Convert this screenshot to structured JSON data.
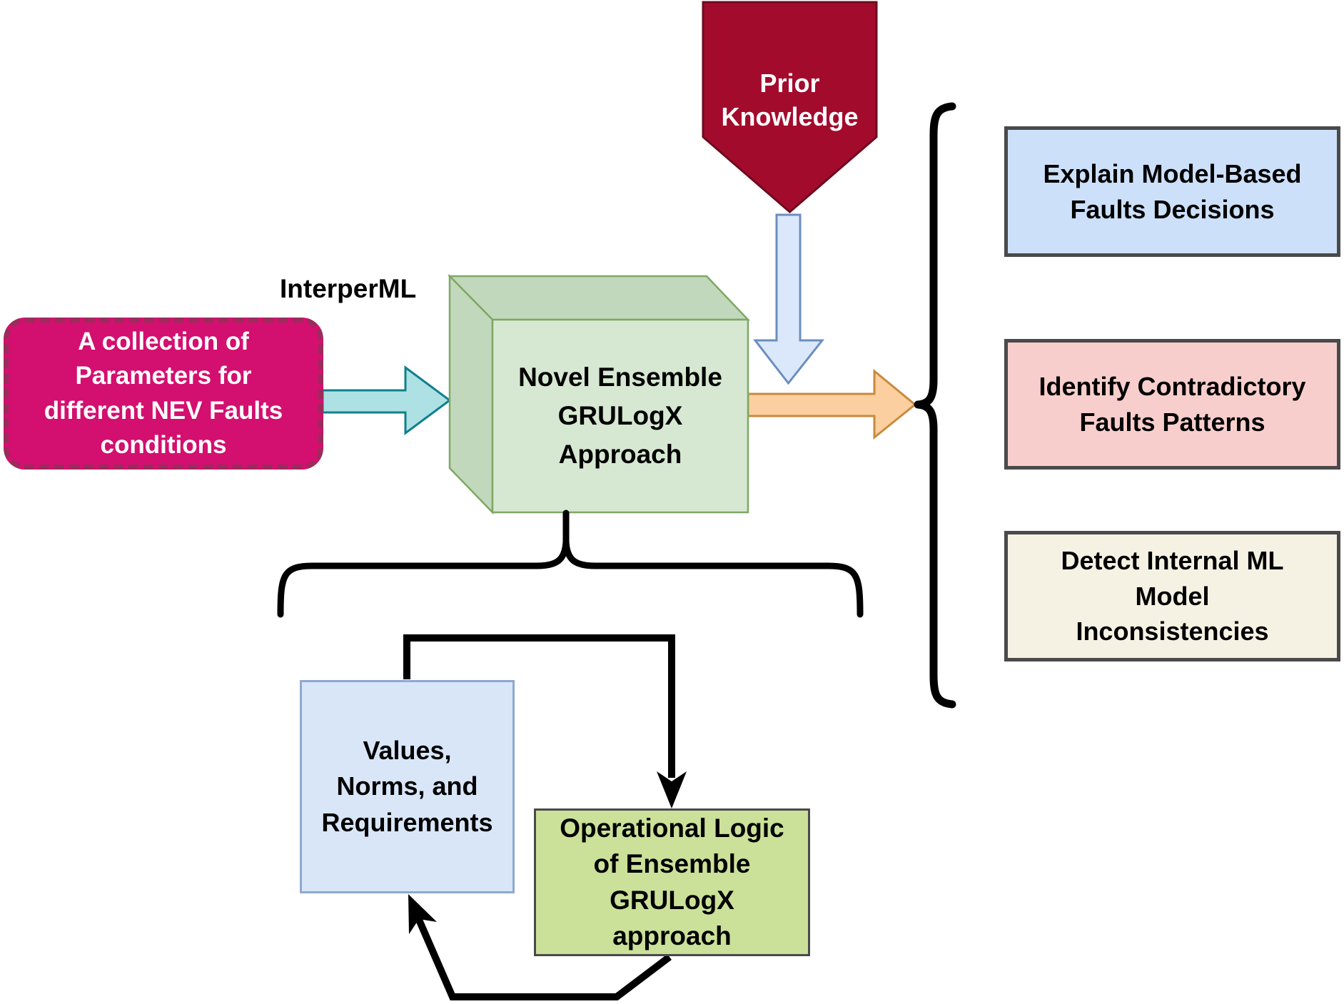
{
  "figure": {
    "interperml_label": "InterperML",
    "prior_knowledge": {
      "text": "Prior\nKnowledge",
      "fill": "#A30B2D",
      "border": "#6E0A1F",
      "text_color": "#FFFFFF"
    },
    "prior_arrow": {
      "fill": "#DBE8FC",
      "border": "#6C8EBF"
    },
    "input_box": {
      "text": "A collection of\nParameters for\ndifferent NEV Faults\nconditions",
      "fill": "#D30F6F",
      "border": "#9B2B5B",
      "text_color": "#FFFFFF"
    },
    "input_arrow": {
      "fill": "#AEE1E4",
      "border": "#10808C"
    },
    "core_box": {
      "text": "Novel Ensemble\nGRULogX\nApproach",
      "front_fill": "#D6E8D2",
      "side_fill": "#C2D8BC",
      "border": "#7EA865"
    },
    "output_arrow": {
      "fill": "#FBCF9F",
      "border": "#C98A3D"
    },
    "outputs": [
      {
        "text": "Explain Model-Based\nFaults Decisions",
        "fill": "#CCE0F9"
      },
      {
        "text": "Identify Contradictory\nFaults Patterns",
        "fill": "#F8CECC"
      },
      {
        "text": "Detect Internal ML\nModel\nInconsistencies",
        "fill": "#F5F1E3"
      }
    ],
    "output_box_border": "#4A4A4A",
    "values_box": {
      "text": "Values,\nNorms, and\nRequirements",
      "fill": "#D8E6F8",
      "border": "#8FA8D0"
    },
    "logic_box": {
      "text": "Operational Logic\nof Ensemble\nGRULogX\napproach",
      "fill": "#CBE199",
      "border": "#4A4A4A"
    },
    "connector_color": "#000000"
  }
}
